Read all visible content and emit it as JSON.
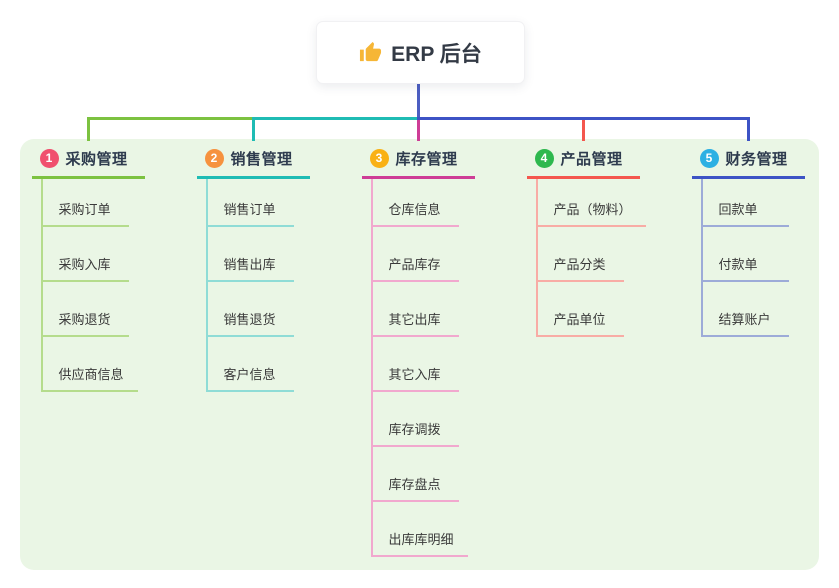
{
  "root": {
    "label": "ERP 后台",
    "icon": "thumbs-up-icon",
    "icon_color": "#f6b636"
  },
  "branches": [
    {
      "badge": "1",
      "label": "采购管理",
      "badge_color": "#f0506e",
      "line_color": "#7cc240",
      "child_line_color": "#b5dc8c",
      "children": [
        "采购订单",
        "采购入库",
        "采购退货",
        "供应商信息"
      ]
    },
    {
      "badge": "2",
      "label": "销售管理",
      "badge_color": "#f6923e",
      "line_color": "#1fbcb4",
      "child_line_color": "#8fdcd6",
      "children": [
        "销售订单",
        "销售出库",
        "销售退货",
        "客户信息"
      ]
    },
    {
      "badge": "3",
      "label": "库存管理",
      "badge_color": "#f9b115",
      "line_color": "#ce3d96",
      "child_line_color": "#f1a8ce",
      "children": [
        "仓库信息",
        "产品库存",
        "其它出库",
        "其它入库",
        "库存调拨",
        "库存盘点",
        "出库库明细"
      ]
    },
    {
      "badge": "4",
      "label": "产品管理",
      "badge_color": "#2eb84e",
      "line_color": "#f4574e",
      "child_line_color": "#f8aca5",
      "children": [
        "产品（物料）",
        "产品分类",
        "产品单位"
      ]
    },
    {
      "badge": "5",
      "label": "财务管理",
      "badge_color": "#2cb0e3",
      "line_color": "#3d53c5",
      "child_line_color": "#9dabd8",
      "children": [
        "回款单",
        "付款单",
        "结算账户"
      ]
    }
  ],
  "canvas": {
    "panel_color": "#eaf6e5",
    "root_line_color": "#4c5ec2",
    "text_color": "#2e3b4e"
  }
}
